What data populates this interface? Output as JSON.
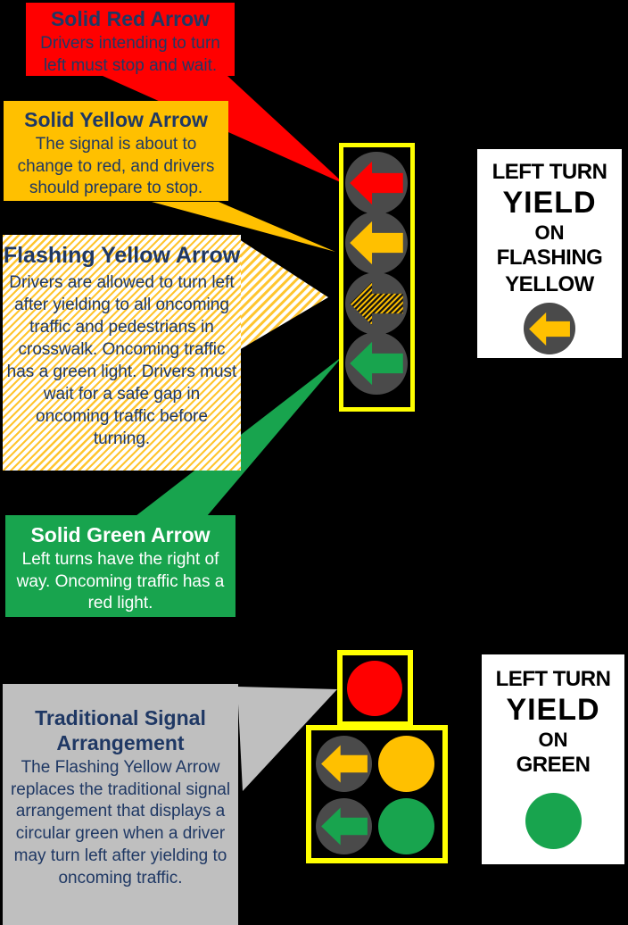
{
  "callouts": {
    "red": {
      "title": "Solid Red Arrow",
      "body": "Drivers intending to turn left must stop and wait."
    },
    "yellow": {
      "title": "Solid Yellow Arrow",
      "body": "The signal is about to change to red, and drivers should prepare to stop."
    },
    "flashing": {
      "title": "Flashing Yellow Arrow",
      "body": "Drivers are allowed to turn left after yielding to all oncoming traffic and pedestrians in crosswalk. Oncoming traffic has a green light. Drivers must wait for a safe gap in oncoming traffic before turning."
    },
    "green": {
      "title": "Solid Green Arrow",
      "body": "Left turns have the right of way. Oncoming traffic has a red light."
    },
    "traditional": {
      "title": "Traditional Signal Arrangement",
      "body": "The Flashing Yellow Arrow replaces the traditional signal arrangement that displays a circular green when a driver may turn left after yielding to oncoming traffic."
    }
  },
  "signs": {
    "fya": {
      "lines": [
        "LEFT TURN",
        "YIELD",
        "ON",
        "FLASHING",
        "YELLOW"
      ],
      "symbol": "yellow-left-arrow-in-dark-circle"
    },
    "green": {
      "lines": [
        "LEFT TURN",
        "YIELD",
        "ON",
        "GREEN"
      ],
      "symbol": "green-ball"
    }
  },
  "signals": {
    "fya": {
      "type": "vertical-4-section",
      "lights": [
        "solid-red-left-arrow",
        "solid-yellow-left-arrow",
        "flashing-yellow-left-arrow",
        "solid-green-left-arrow"
      ]
    },
    "traditional": {
      "type": "cluster-5-section",
      "lights": [
        "red-ball",
        "yellow-left-arrow",
        "yellow-ball",
        "green-left-arrow",
        "green-ball"
      ]
    }
  },
  "colors": {
    "red": "#FF0000",
    "amber": "#FFC000",
    "green": "#18A44E",
    "housing_border_yellow": "#FFFF00",
    "lens_gray": "#4A4A4A",
    "navy_text": "#1F3864",
    "gray_box": "#BFBFBF",
    "background": "#000000",
    "sign_background": "#FFFFFF"
  }
}
